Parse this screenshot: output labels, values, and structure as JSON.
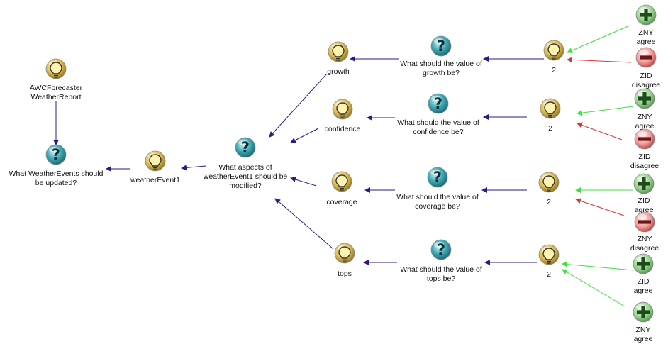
{
  "colors": {
    "support_edge": "#2d1a8a",
    "agree_edge": "#44dd44",
    "disagree_edge": "#dd3333",
    "idea_icon": "#e3c15a",
    "question_icon": "#3fa9b5",
    "pro_icon": "#5fb85a",
    "con_icon": "#e35a5a"
  },
  "nodes": {
    "awc_report": {
      "type": "idea",
      "label": "AWCForecaster\nWeatherReport"
    },
    "q_events": {
      "type": "question",
      "label": "What WeatherEvents should\nbe updated?"
    },
    "weather_event1": {
      "type": "idea",
      "label": "weatherEvent1"
    },
    "q_aspects": {
      "type": "question",
      "label": "What aspects of\nweatherEvent1 should be\nmodified?"
    },
    "growth": {
      "type": "idea",
      "label": "growth"
    },
    "confidence": {
      "type": "idea",
      "label": "confidence"
    },
    "coverage": {
      "type": "idea",
      "label": "coverage"
    },
    "tops": {
      "type": "idea",
      "label": "tops"
    },
    "q_growth": {
      "type": "question",
      "label": "What should the value of\ngrowth be?"
    },
    "q_confidence": {
      "type": "question",
      "label": "What should the value of\nconfidence be?"
    },
    "q_coverage": {
      "type": "question",
      "label": "What should the value of\ncoverage be?"
    },
    "q_tops": {
      "type": "question",
      "label": "What should the value of\ntops be?"
    },
    "val_growth": {
      "type": "idea",
      "label": "2"
    },
    "val_confidence": {
      "type": "idea",
      "label": "2"
    },
    "val_coverage": {
      "type": "idea",
      "label": "2"
    },
    "val_tops": {
      "type": "idea",
      "label": "2"
    },
    "growth_pro": {
      "type": "pro",
      "label": "ZNY agree"
    },
    "growth_con": {
      "type": "con",
      "label": "ZID disagree"
    },
    "confidence_pro": {
      "type": "pro",
      "label": "ZNY agree"
    },
    "confidence_con": {
      "type": "con",
      "label": "ZID disagree"
    },
    "coverage_pro": {
      "type": "pro",
      "label": "ZID agree"
    },
    "coverage_con": {
      "type": "con",
      "label": "ZNY disagree"
    },
    "tops_pro1": {
      "type": "pro",
      "label": "ZID agree"
    },
    "tops_pro2": {
      "type": "pro",
      "label": "ZNY agree"
    }
  }
}
